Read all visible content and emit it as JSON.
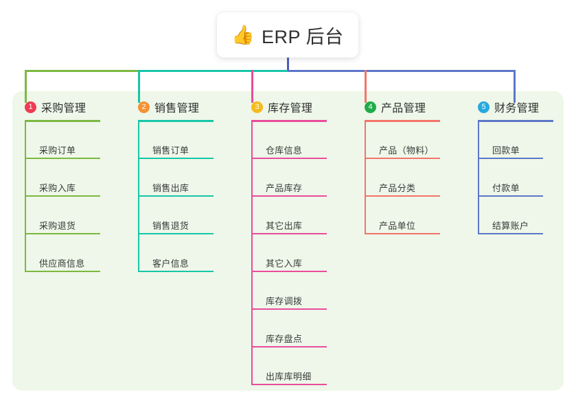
{
  "diagram": {
    "type": "mind-map",
    "title": "ERP 后台",
    "root": {
      "emoji": "👍",
      "emoji_name": "thumbs-up-icon",
      "label": "ERP 后台"
    },
    "panel_color": "#eef7e9",
    "background_color": "#ffffff",
    "stem_color": "#4a59bd",
    "branches": [
      {
        "number": "1",
        "label": "采购管理",
        "badge_color": "#ef3b53",
        "line_color": "#7cb840",
        "items": [
          "采购订单",
          "采购入库",
          "采购退货",
          "供应商信息"
        ]
      },
      {
        "number": "2",
        "label": "销售管理",
        "badge_color": "#f59234",
        "line_color": "#16c5a8",
        "items": [
          "销售订单",
          "销售出库",
          "销售退货",
          "客户信息"
        ]
      },
      {
        "number": "3",
        "label": "库存管理",
        "badge_color": "#f5bb1d",
        "line_color": "#ea4b9b",
        "items": [
          "仓库信息",
          "产品库存",
          "其它出库",
          "其它入库",
          "库存调拨",
          "库存盘点",
          "出库库明细"
        ]
      },
      {
        "number": "4",
        "label": "产品管理",
        "badge_color": "#20ab4a",
        "line_color": "#f4736b",
        "items": [
          "产品（物料）",
          "产品分类",
          "产品单位"
        ]
      },
      {
        "number": "5",
        "label": "财务管理",
        "badge_color": "#25a9e0",
        "line_color": "#5b76c8",
        "items": [
          "回款单",
          "付款单",
          "结算账户"
        ]
      }
    ]
  }
}
